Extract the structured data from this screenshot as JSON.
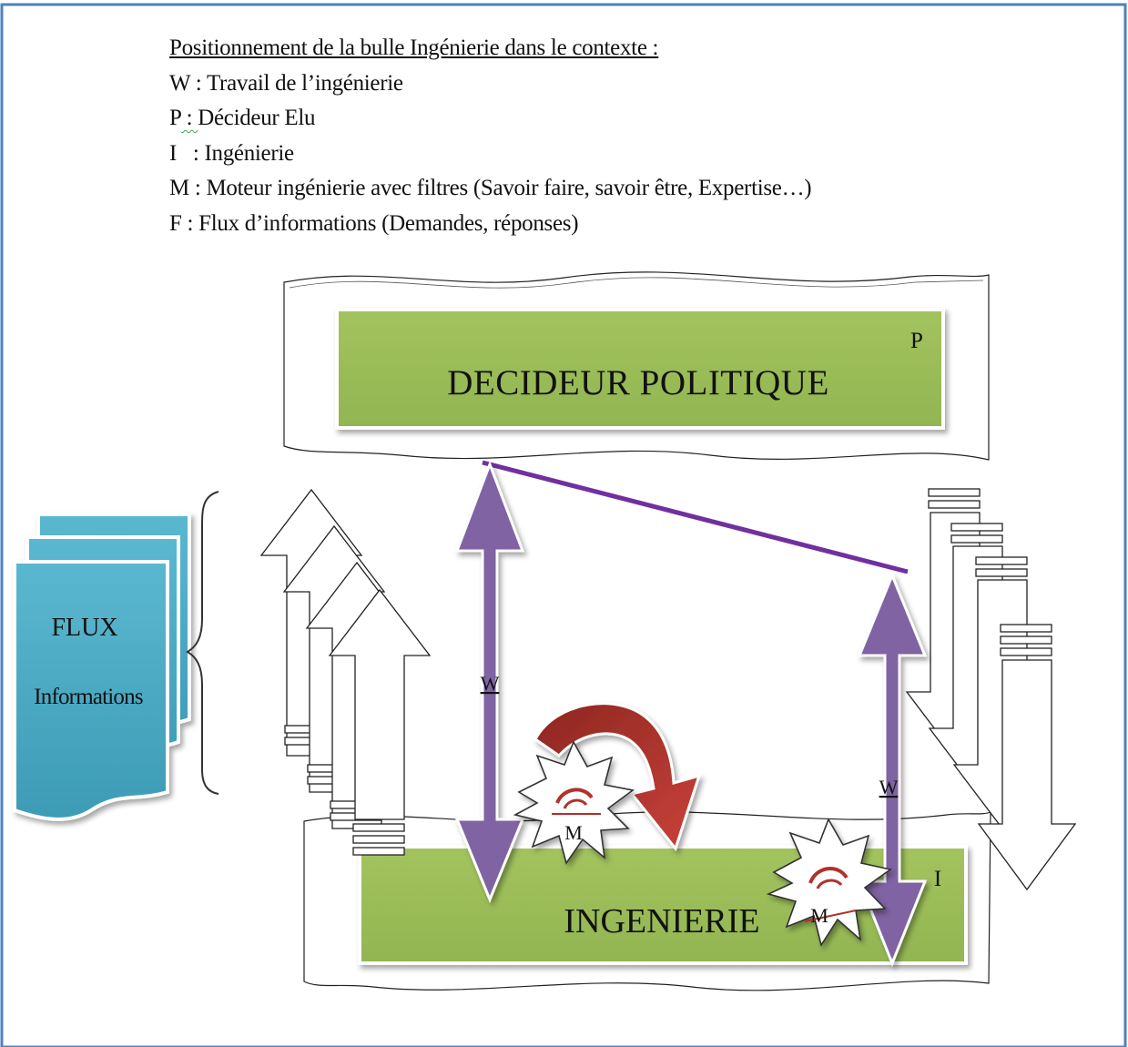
{
  "legend": {
    "title": "Positionnement de la bulle Ingénierie dans le contexte :",
    "items": [
      {
        "key": "W",
        "sep": " : ",
        "text": "Travail de l’ingénierie"
      },
      {
        "key": "P",
        "sep": " : ",
        "text": "Décideur Elu"
      },
      {
        "key": "I",
        "sep": "   : ",
        "text": "Ingénierie"
      },
      {
        "key": "M",
        "sep": " : ",
        "text": "Moteur ingénierie avec filtres (Savoir faire, savoir être, Expertise…)"
      },
      {
        "key": "F",
        "sep": " : ",
        "text": "Flux d’informations (Demandes, réponses)"
      }
    ]
  },
  "diagram": {
    "decideur_label": "DECIDEUR POLITIQUE",
    "decideur_tag": "P",
    "ingenierie_label": "INGENIERIE",
    "ingenierie_tag": "I",
    "flux_title": "FLUX",
    "flux_subtitle": "Informations",
    "w_left": "W",
    "w_right": "W",
    "gear_left": "M",
    "gear_right": "M"
  },
  "colors": {
    "frame_border": "#4f81bd",
    "box_green": "#9bbb59",
    "purple": "#8064a2",
    "purple_line": "#7030a0",
    "doc_blue": "#4bacc6",
    "red_arrow": "#a5302a"
  }
}
